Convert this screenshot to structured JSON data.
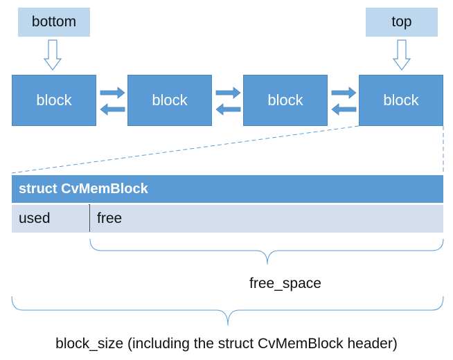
{
  "markers": {
    "bottom": "bottom",
    "top": "top"
  },
  "blocks": [
    "block",
    "block",
    "block",
    "block"
  ],
  "struct": {
    "header": "struct CvMemBlock",
    "used": "used",
    "free": "free"
  },
  "annotations": {
    "free_space": "free_space",
    "block_size": "block_size (including the struct CvMemBlock header)"
  },
  "colors": {
    "block_fill": "#5b9bd5",
    "marker_fill": "#bcd7ee",
    "row_fill": "#d4deef"
  }
}
